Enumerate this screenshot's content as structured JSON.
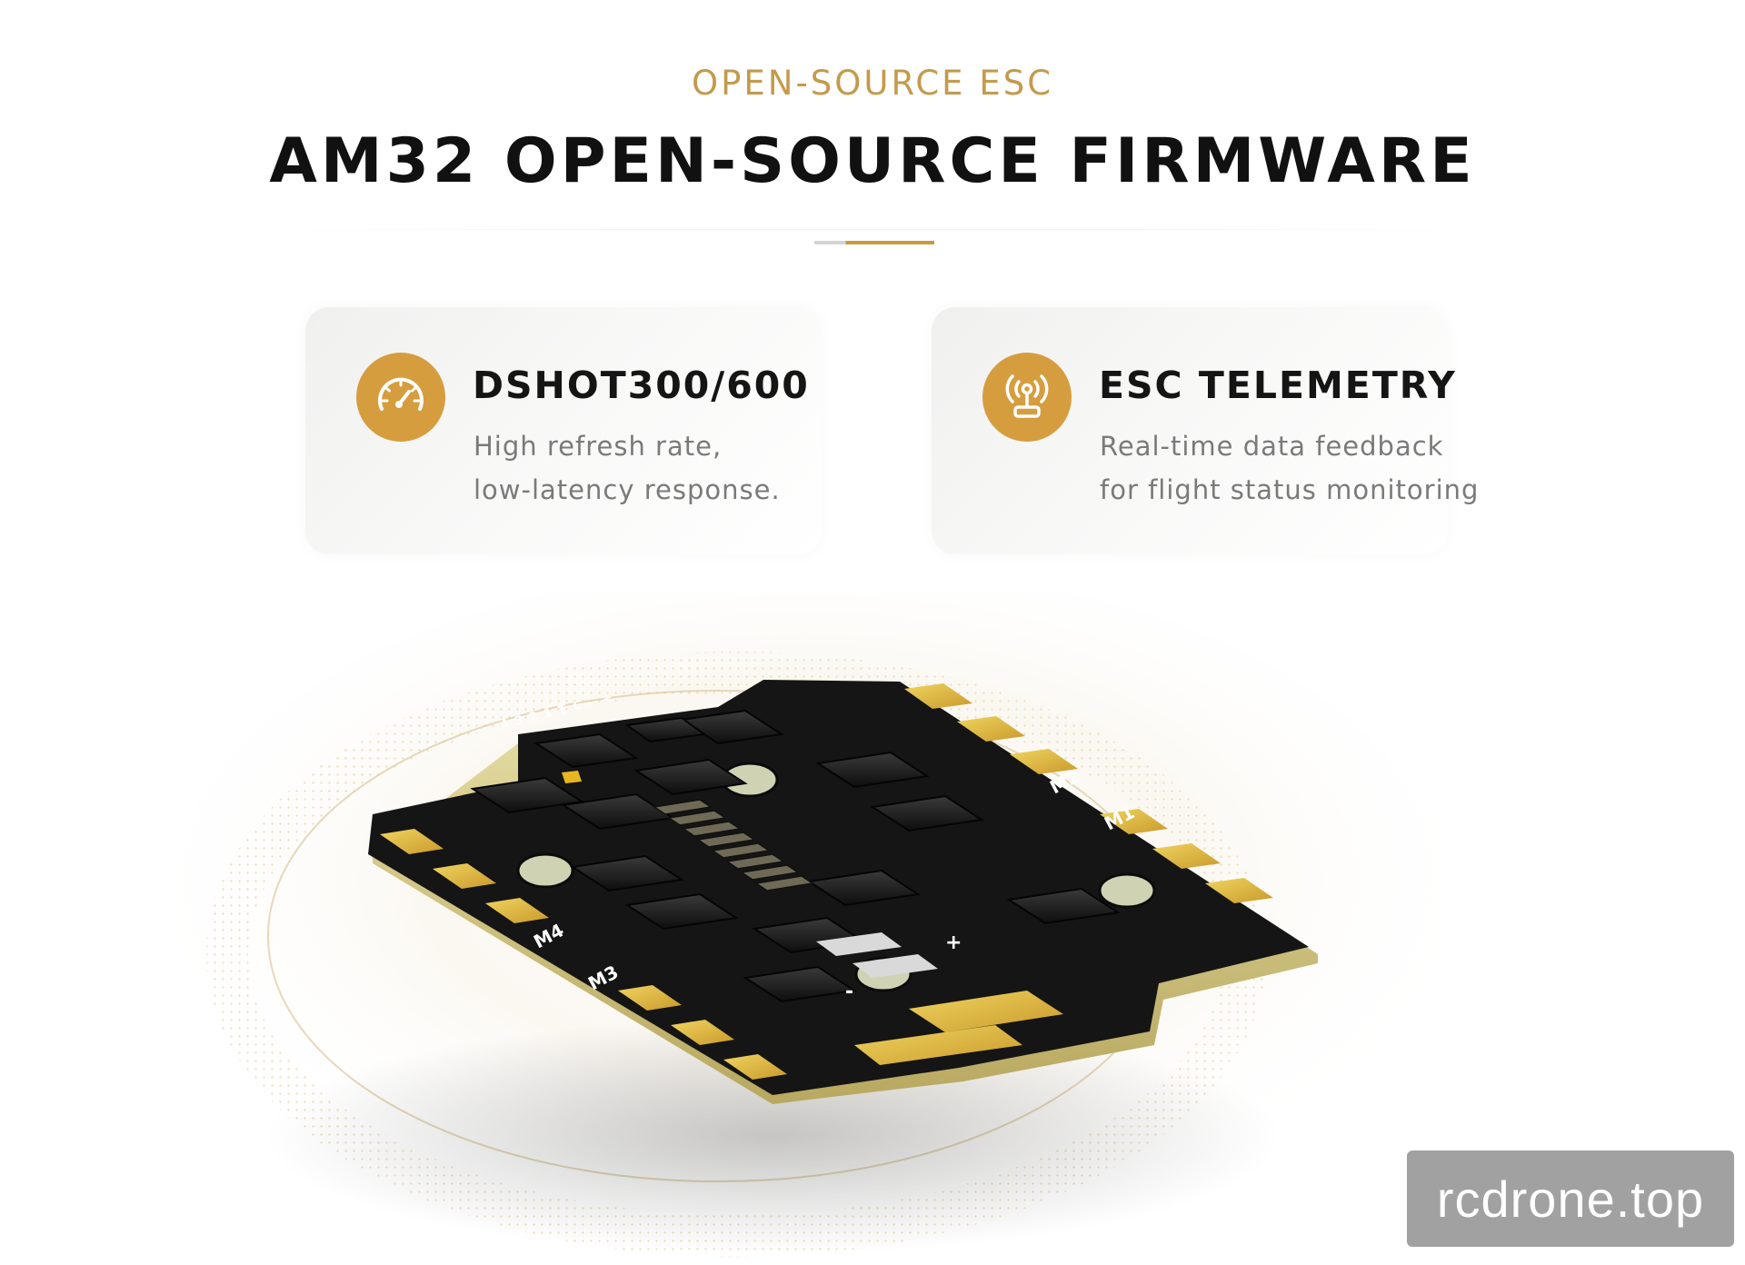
{
  "header": {
    "eyebrow": "OPEN-SOURCE ESC",
    "title": "AM32 OPEN-SOURCE FIRMWARE"
  },
  "features": [
    {
      "icon": "speedometer-icon",
      "title": "DSHOT300/600",
      "lines": [
        "High refresh rate,",
        "low-latency response."
      ]
    },
    {
      "icon": "telemetry-antenna-icon",
      "title": "ESC TELEMETRY",
      "lines": [
        "Real-time data feedback",
        "for flight status monitoring"
      ]
    }
  ],
  "board": {
    "pin_labels": [
      "4",
      "3",
      "2",
      "1",
      "T",
      "C",
      "-",
      "+"
    ],
    "motor_labels": [
      "M1",
      "M2",
      "M3",
      "M4"
    ],
    "power_labels": [
      "+",
      "-"
    ]
  },
  "watermark": "rcdrone.top",
  "colors": {
    "accent": "#c99a3e",
    "icon_bg": "#d69d3f",
    "title": "#111111",
    "body_text": "#7a7a7a",
    "pcb": "#1b1b1b",
    "gold_pad": "#d9b23a"
  }
}
